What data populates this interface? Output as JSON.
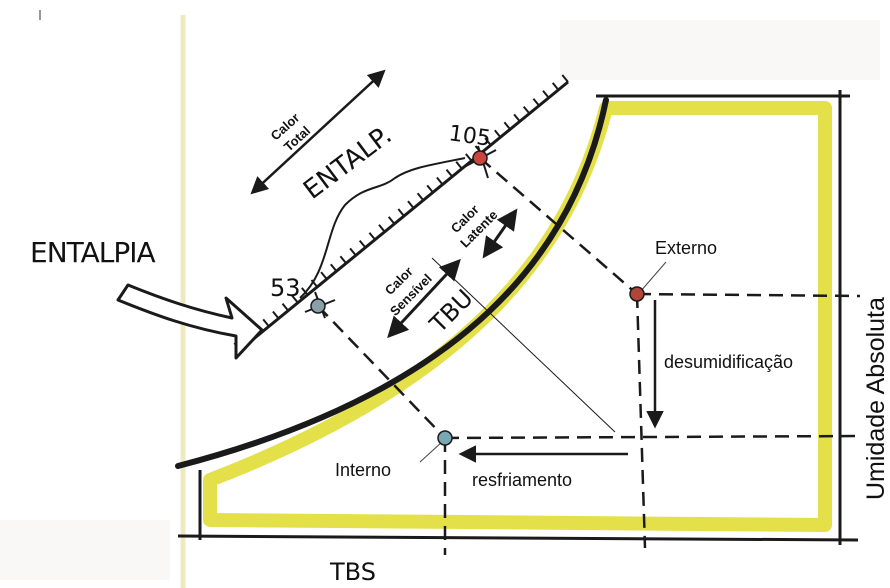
{
  "labels": {
    "entalpia": "ENTALPIA",
    "entalp_scale": "ENTALP.",
    "calor_total_1": "Calor",
    "calor_total_2": "Total",
    "calor_latente_1": "Calor",
    "calor_latente_2": "Latente",
    "calor_sensivel_1": "Calor",
    "calor_sensivel_2": "Sensível",
    "tbu": "TBU",
    "tbs": "TBS",
    "umidade_absoluta": "Umidade Absoluta",
    "externo": "Externo",
    "interno": "Interno",
    "desumidificacao": "desumidificação",
    "resfriamento": "resfriamento",
    "value_53": "53",
    "value_105": "105"
  },
  "colors": {
    "ink": "#1a1a1a",
    "highlight": "#e4e04a",
    "point_externo": "#b0453c",
    "point_105": "#c8463e",
    "point_interno": "#7aa7b4",
    "point_53": "#8aa0a8",
    "margin_line": "#efe9c2",
    "paper_tint": "#f7f1f1"
  }
}
